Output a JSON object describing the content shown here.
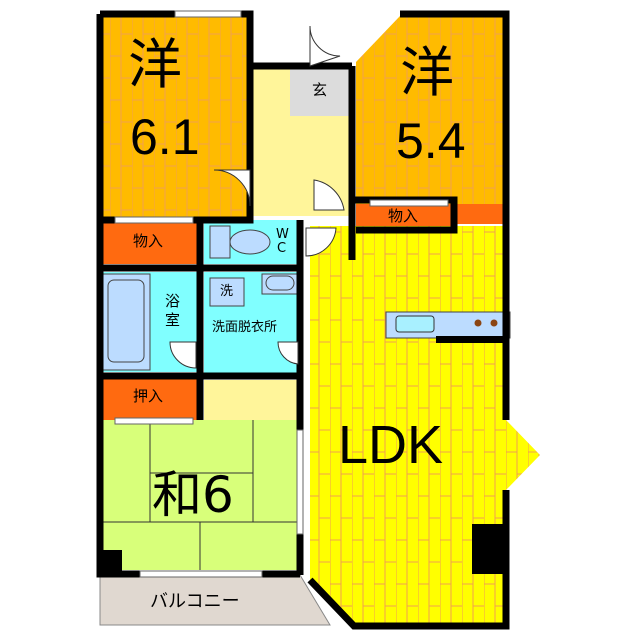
{
  "colors": {
    "western_room": "#ffbb00",
    "storage": "#ff6a10",
    "entrance_hall": "#fff59a",
    "genkan": "#dcdcdc",
    "wet_area": "#80ffff",
    "ldk": "#ffff00",
    "tatami": "#d8ff7a",
    "balcony": "#e0d8d0",
    "wall": "#000000",
    "floor_line": "#f0a050"
  },
  "rooms": {
    "western_1": {
      "kanji": "洋",
      "size": "6.1"
    },
    "western_2": {
      "kanji": "洋",
      "size": "5.4"
    },
    "genkan": {
      "label": "玄"
    },
    "storage_1": {
      "label": "物入"
    },
    "storage_2": {
      "label": "物入"
    },
    "wc": {
      "line1": "W",
      "line2": "C"
    },
    "bath": {
      "line1": "浴",
      "line2": "室"
    },
    "washer": {
      "label": "洗"
    },
    "dressing": {
      "label": "洗面脱衣所"
    },
    "closet": {
      "label": "押入"
    },
    "japanese": {
      "label": "和6"
    },
    "ldk": {
      "label": "LDK"
    },
    "balcony": {
      "label": "バルコニー"
    }
  }
}
